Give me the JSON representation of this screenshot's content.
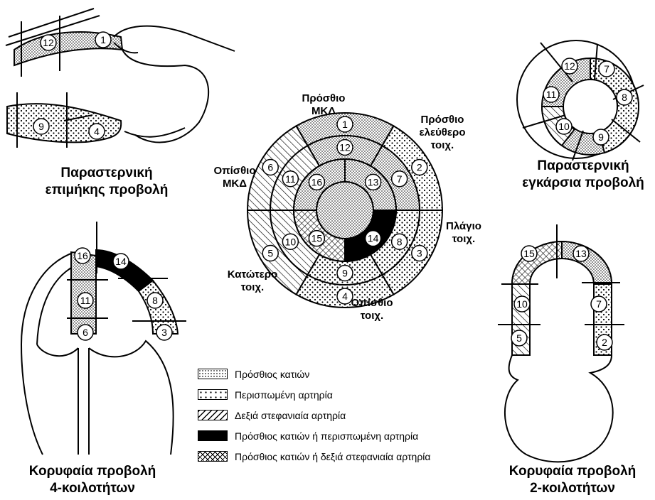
{
  "captions": {
    "parasternal_long": [
      "Παραστερνική",
      "επιμήκης προβολή"
    ],
    "parasternal_short": [
      "Παραστερνική",
      "εγκάρσια προβολή"
    ],
    "apical_4ch": [
      "Κορυφαία προβολή",
      "4-κοιλοτήτων"
    ],
    "apical_2ch": [
      "Κορυφαία προβολή",
      "2-κοιλοτήτων"
    ]
  },
  "wall_labels": {
    "anterior_septum": [
      "Πρόσθιο",
      "ΜΚΔ"
    ],
    "anterior_free_wall": [
      "Πρόσθιο",
      "ελεύθερο",
      "τοιχ."
    ],
    "posterior_septum": [
      "Οπίσθιο",
      "ΜΚΔ"
    ],
    "lateral_wall": [
      "Πλάγιο",
      "τοιχ."
    ],
    "inferior_wall": [
      "Κατώτερο",
      "τοιχ."
    ],
    "posterior_wall": [
      "Οπίσθιο",
      "τοιχ."
    ]
  },
  "bullseye_segments": {
    "outer": [
      "1",
      "2",
      "3",
      "4",
      "5",
      "6"
    ],
    "middle": [
      "12",
      "7",
      "8",
      "9",
      "10",
      "11"
    ],
    "inner": [
      "13",
      "14",
      "15",
      "16"
    ]
  },
  "territory_colors": {
    "lad": "dots-dense",
    "lcx": "dots-sparse",
    "rca": "hatch",
    "lad_or_lcx": "#000000",
    "lad_or_rca": "crosshatch"
  },
  "legend": [
    {
      "label": "Πρόσθιος κατιών",
      "pattern": "lad"
    },
    {
      "label": "Περισπωμένη αρτηρία",
      "pattern": "lcx"
    },
    {
      "label": "Δεξιά στεφανιαία αρτηρία",
      "pattern": "rca"
    },
    {
      "label": "Πρόσθιος κατιών ή περισπωμένη αρτηρία",
      "pattern": "lad_or_lcx"
    },
    {
      "label": "Πρόσθιος κατιών ή δεξιά στεφανιαία αρτηρία",
      "pattern": "lad_or_rca"
    }
  ]
}
